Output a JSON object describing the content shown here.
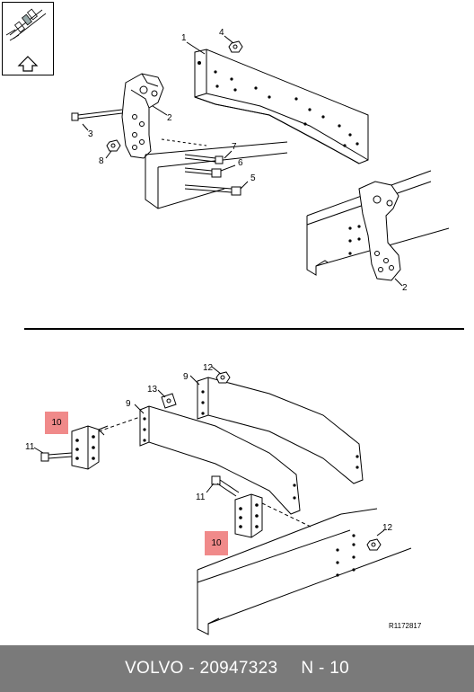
{
  "footer": {
    "brand": "VOLVO",
    "dash": "-",
    "part_number": "20947323",
    "page": "N - 10"
  },
  "reference_code": "R1172817",
  "upper_callouts": [
    "1",
    "4",
    "2",
    "3",
    "8",
    "7",
    "6",
    "5",
    "2"
  ],
  "lower_callouts": [
    "12",
    "9",
    "13",
    "9",
    "10",
    "11",
    "11",
    "10",
    "12"
  ],
  "highlighted_labels": [
    "10",
    "10"
  ],
  "colors": {
    "highlight": "#f08a8a",
    "footer_bg": "#7a7a7a",
    "footer_text": "#ffffff",
    "line": "#000000"
  },
  "icons": [
    "orientation-arrow-icon",
    "truck-frame-icon"
  ]
}
